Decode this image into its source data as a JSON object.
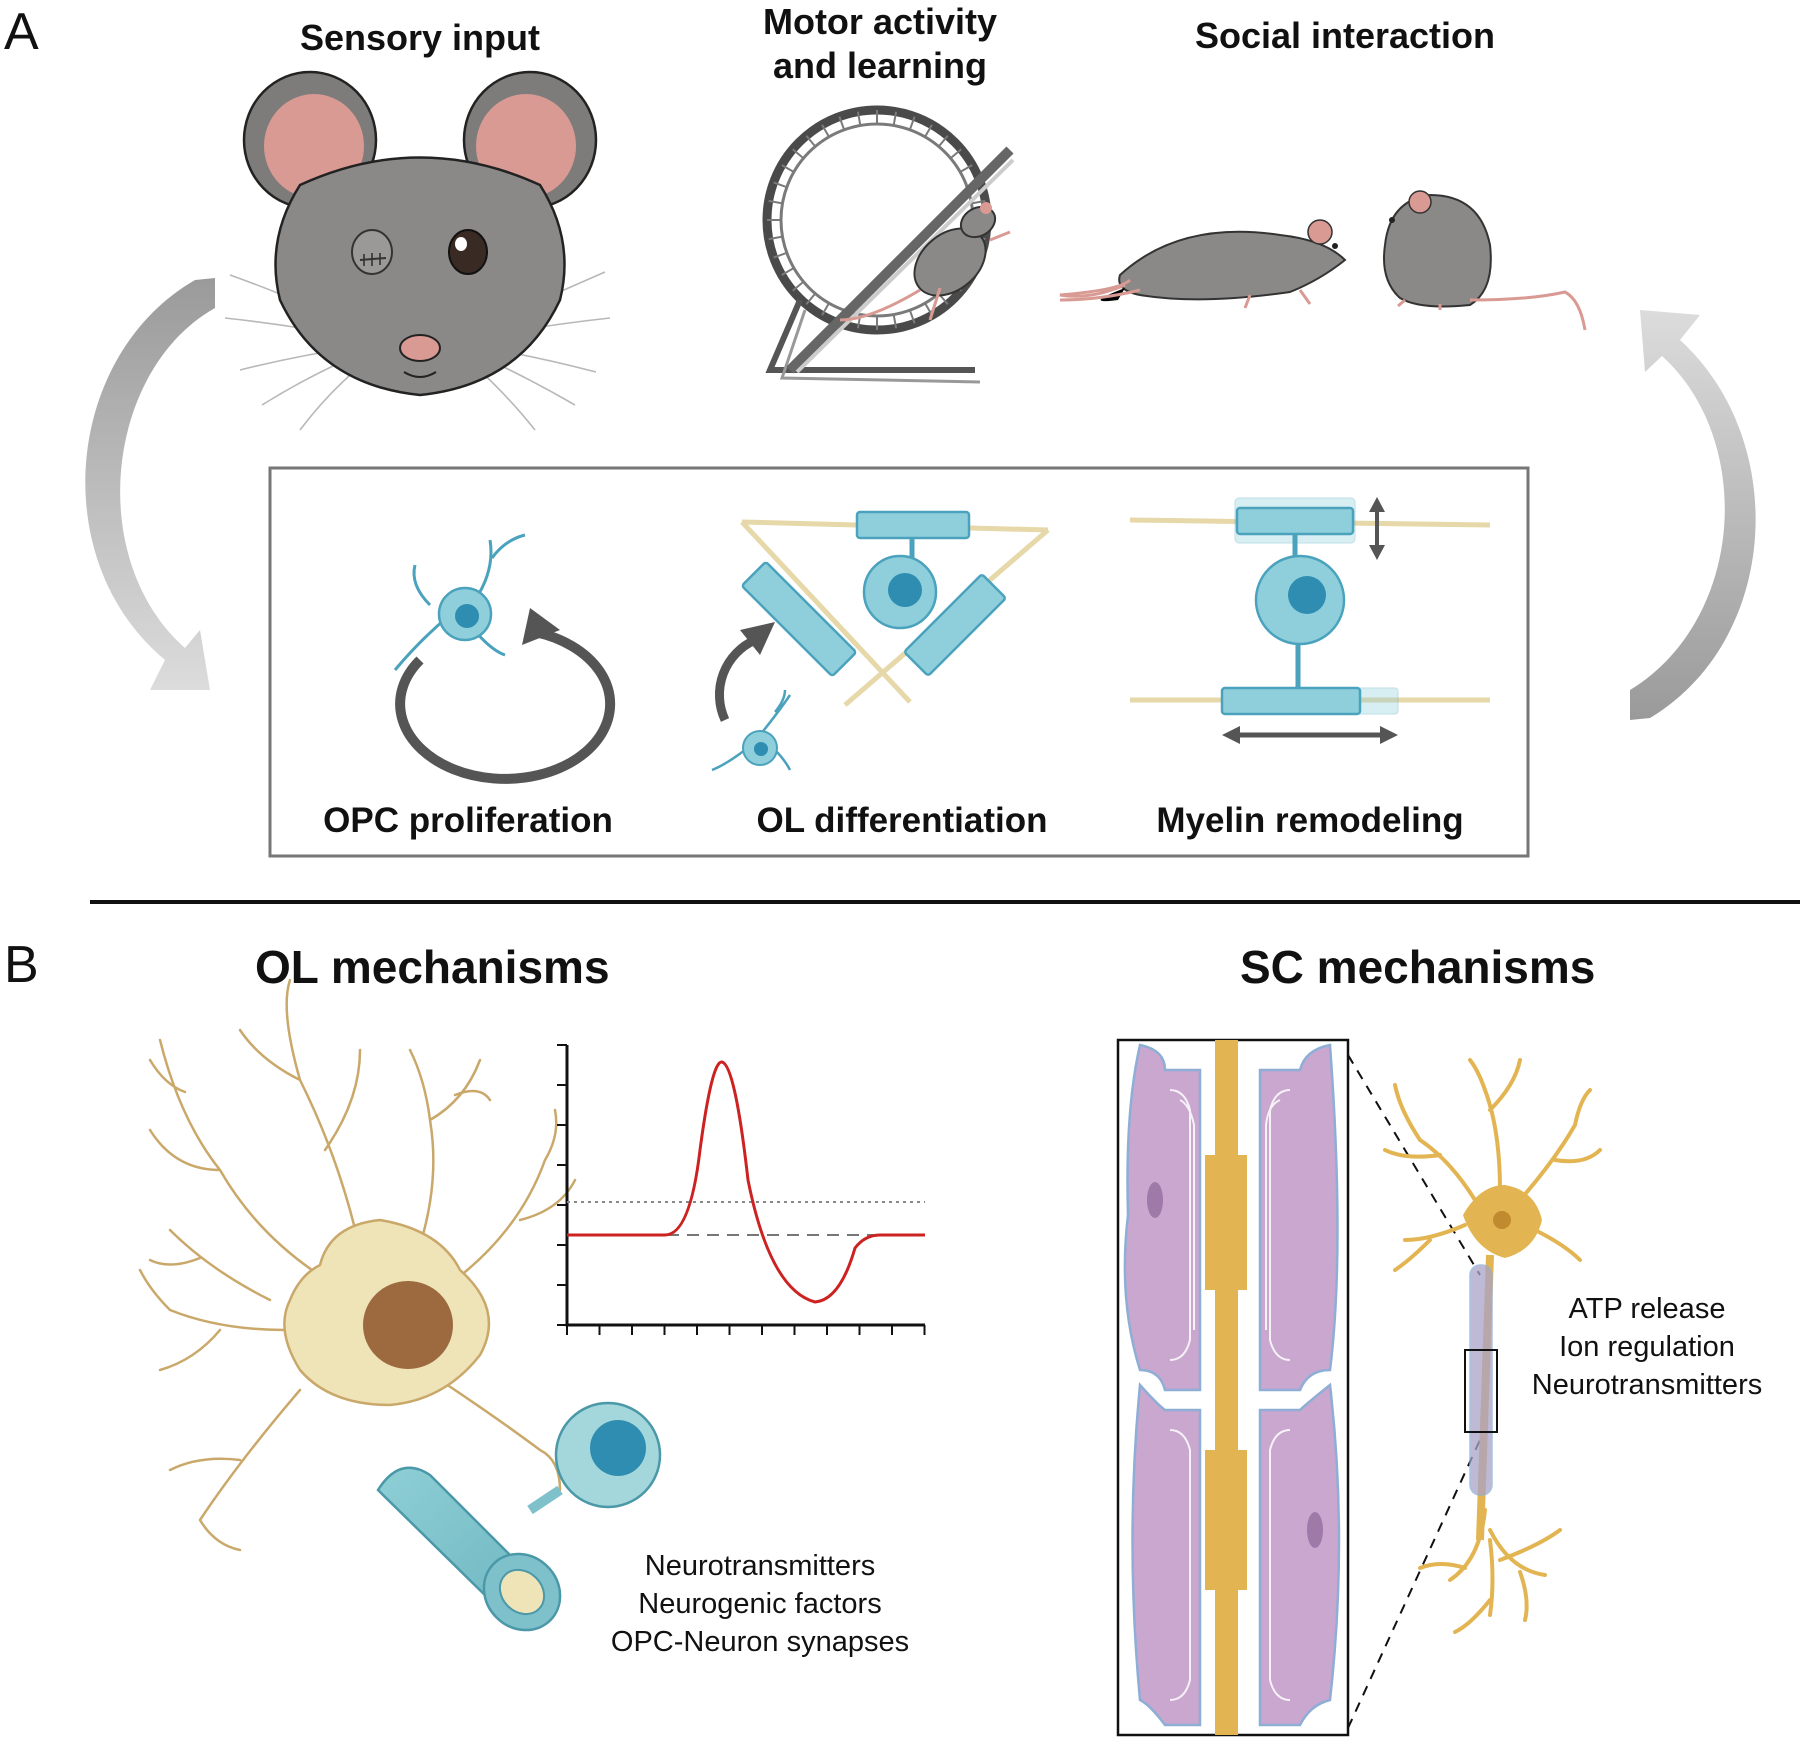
{
  "panel_a": {
    "letter": "A",
    "titles": {
      "sensory": "Sensory input",
      "motor": [
        "Motor activity",
        "and learning"
      ],
      "social": "Social interaction"
    },
    "processes": {
      "opc": "OPC proliferation",
      "ol": "OL differentiation",
      "myelin": "Myelin remodeling"
    }
  },
  "panel_b": {
    "letter": "B",
    "ol_title": "OL mechanisms",
    "sc_title": "SC mechanisms",
    "ol_factors": [
      "Neurotransmitters",
      "Neurogenic factors",
      "OPC-Neuron synapses"
    ],
    "sc_factors": [
      "ATP release",
      "Ion regulation",
      "Neurotransmitters"
    ]
  },
  "colors": {
    "cyan_cell": "#8fcfdc",
    "cyan_nucleus": "#2e8db0",
    "mouse_gray": "#8a8987",
    "ear_pink": "#d89a93",
    "arrow_gray": "#a9a9a9",
    "neuron_yellow": "#efe3b8",
    "neuron_nucleus": "#9c6a3e",
    "trace_red": "#cc2222",
    "axon_gold": "#e3b552",
    "schwann_purple": "#b891bd",
    "schwann_border": "#8eaed6"
  }
}
